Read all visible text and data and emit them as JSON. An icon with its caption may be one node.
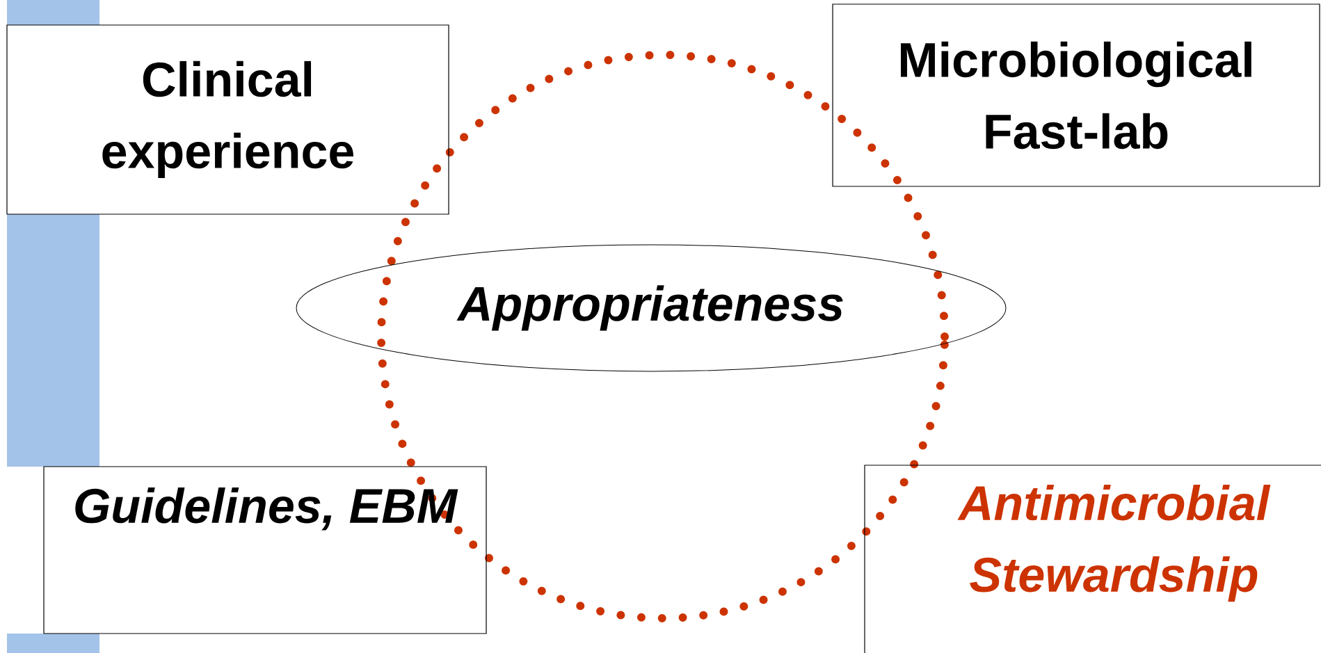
{
  "diagram": {
    "nodes": [
      {
        "text": [
          "Clinical experience"
        ]
      },
      {
        "text": [
          "Microbiological Fast-lab"
        ]
      },
      {
        "text": [
          "Appropriateness"
        ]
      },
      {
        "text": [
          "Guidelines, EBM"
        ]
      },
      {
        "text": [
          "Antimicrobial Stewardship"
        ]
      }
    ]
  }
}
